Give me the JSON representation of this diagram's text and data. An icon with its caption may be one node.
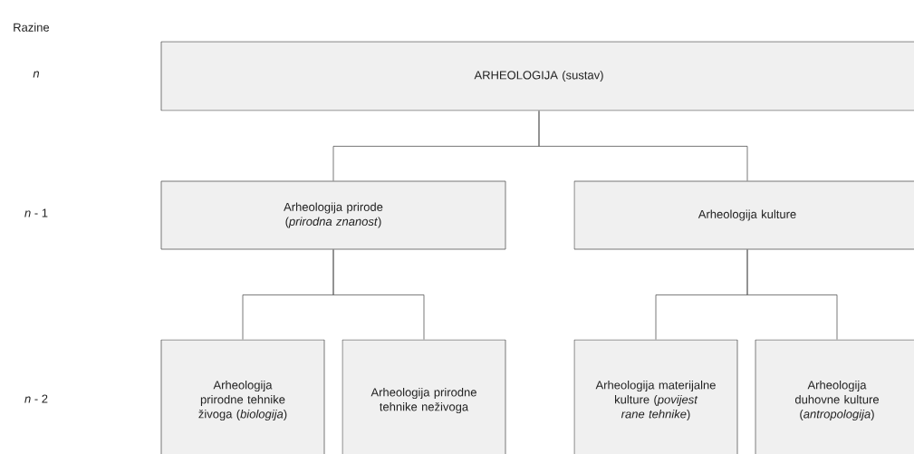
{
  "diagram": {
    "nodes": [
      {
        "text": [
          "ARHEOLOGIJA (sustav)"
        ]
      },
      {
        "text": [
          "Arheologija prirode (*prirodna znanost*)"
        ]
      },
      {
        "text": [
          "Arheologija kulture"
        ]
      },
      {
        "text": [
          "Arheologija prirodne tehnike živoga (*biologija*)"
        ]
      },
      {
        "text": [
          "Arheologija prirodne tehnike neživoga"
        ]
      },
      {
        "text": [
          "Arheologija materijalne kulture (*povijest rane tehnike*)"
        ]
      },
      {
        "text": [
          "Arheologija duhovne kulture (*antropologija*)"
        ]
      }
    ],
    "edges": [
      {
        "from": 0,
        "to": 1,
        "arrow": "none"
      },
      {
        "from": 0,
        "to": 2,
        "arrow": "none"
      },
      {
        "from": 1,
        "to": 3,
        "arrow": "none"
      },
      {
        "from": 1,
        "to": 4,
        "arrow": "none"
      },
      {
        "from": 2,
        "to": 5,
        "arrow": "none"
      },
      {
        "from": 2,
        "to": 6,
        "arrow": "none"
      }
    ],
    "labels": [
      "Razine",
      "n",
      "*n* - 1",
      "*n* - 2"
    ]
  }
}
